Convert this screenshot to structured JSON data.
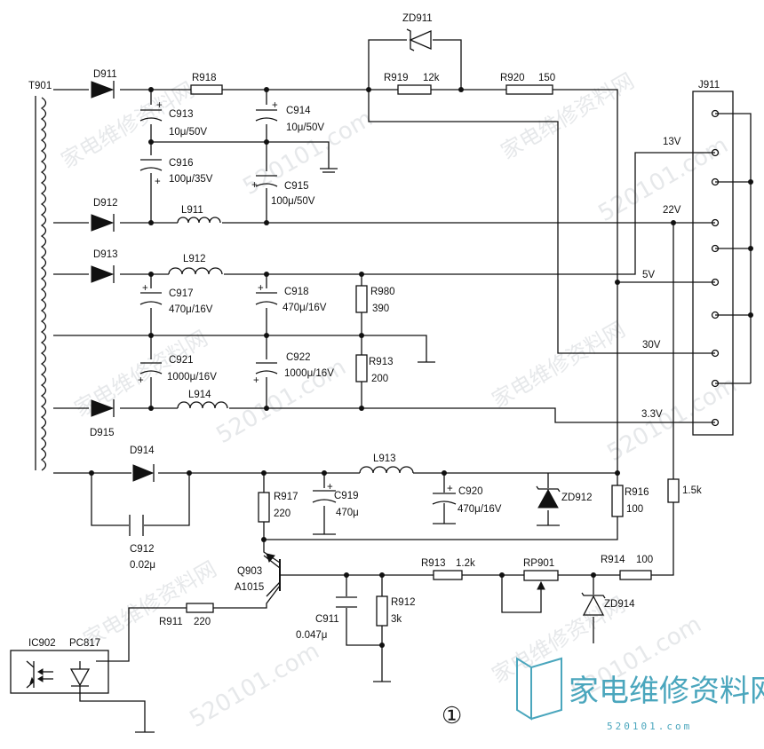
{
  "labels": {
    "T901": "T901",
    "D911": "D911",
    "D912": "D912",
    "D913": "D913",
    "D915": "D915",
    "D914": "D914",
    "R918": "R918",
    "R919": "R919",
    "R919v": "12k",
    "R920": "R920",
    "R920v": "150",
    "ZD911": "ZD911",
    "C913": "C913",
    "C913v": "10μ/50V",
    "C914": "C914",
    "C914v": "10μ/50V",
    "C916": "C916",
    "C916v": "100μ/35V",
    "C915": "C915",
    "C915v": "100μ/50V",
    "L911": "L911",
    "L912": "L912",
    "L913": "L913",
    "L914": "L914",
    "C917": "C917",
    "C917v": "470μ/16V",
    "C918": "C918",
    "C918v": "470μ/16V",
    "R980": "R980",
    "R980v": "390",
    "C921": "C921",
    "C921v": "1000μ/16V",
    "C922": "C922",
    "C922v": "1000μ/16V",
    "R913a": "R913",
    "R913av": "200",
    "R917": "R917",
    "R917v": "220",
    "C919": "C919",
    "C919v": "470μ",
    "C920": "C920",
    "C920v": "470μ/16V",
    "ZD912": "ZD912",
    "R916": "R916",
    "R916v": "100",
    "R15k": "1.5k",
    "C912": "C912",
    "C912v": "0.02μ",
    "Q903": "Q903",
    "Q903v": "A1015",
    "R911": "R911",
    "R911v": "220",
    "C911": "C911",
    "C911v": "0.047μ",
    "R912": "R912",
    "R912v": "3k",
    "R913b": "R913",
    "R913bv": "1.2k",
    "RP901": "RP901",
    "R914": "R914",
    "R914v": "100",
    "ZD914": "ZD914",
    "IC902": "IC902",
    "PC817": "PC817",
    "J911": "J911",
    "v13": "13V",
    "v22": "22V",
    "v5": "5V",
    "v30": "30V",
    "v33": "3.3V",
    "fig": "①"
  },
  "watermark": {
    "cn": "家电维修资料网",
    "num": "520101",
    "com": "520101.com",
    "logo_cn": "家电维修资料网",
    "logo_url": "520101.com"
  }
}
